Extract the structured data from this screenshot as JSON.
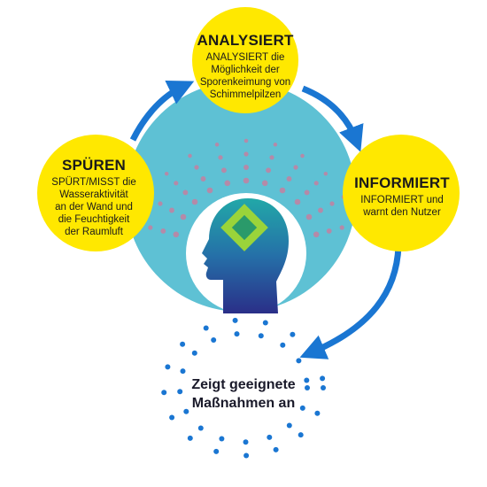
{
  "colors": {
    "outer_ring": "#5ec1d4",
    "inner_fill": "#64c4d8",
    "yellow": "#ffe800",
    "arrow_blue": "#1a76d2",
    "dot_mauve": "#b48aa8",
    "dot_blue": "#1a76d2",
    "head_dark": "#2a3a8c",
    "head_light": "#22a0a8",
    "chip_green": "#9ad43a"
  },
  "icons": {
    "head": "human-head-silhouette-icon",
    "chip": "microchip-icon"
  },
  "analysiert": {
    "title": "ANALYSIERT",
    "lines": [
      "ANALYSIERT die",
      "Möglichkeit der",
      "Sporenkeimung von",
      "Schimmelpilzen"
    ]
  },
  "spueren": {
    "title": "SPÜREN",
    "lines": [
      "SPÜRT/MISST die",
      "Wasseraktivität",
      "an der Wand und",
      "die Feuchtigkeit",
      "der Raumluft"
    ]
  },
  "informiert": {
    "title": "INFORMIERT",
    "lines": [
      "INFORMIERT und",
      "warnt den Nutzer"
    ]
  },
  "result": {
    "lines": [
      "Zeigt geeignete",
      "Maßnahmen an"
    ]
  }
}
